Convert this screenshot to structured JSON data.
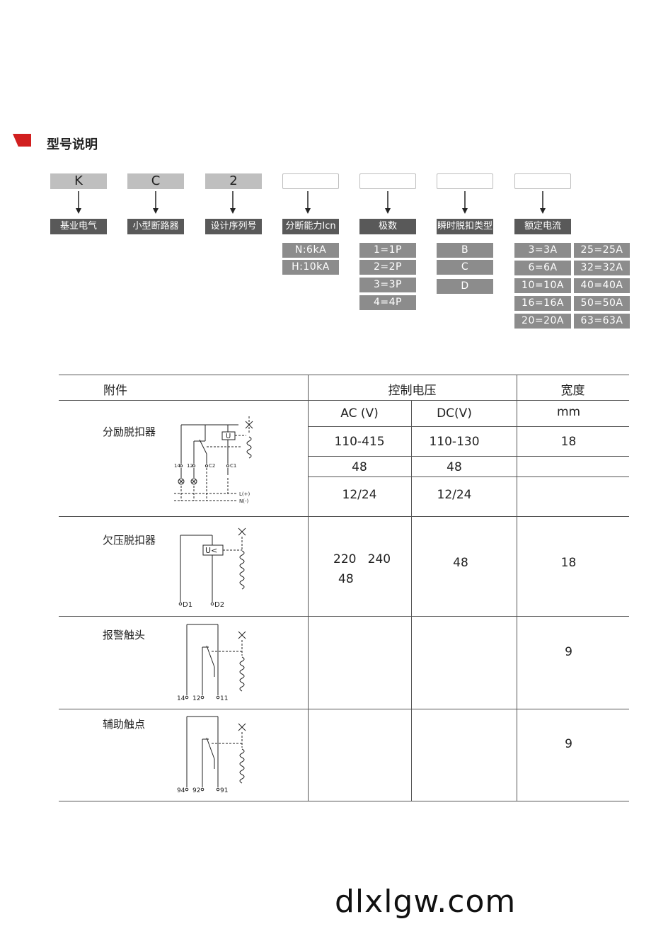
{
  "section": {
    "title": "型号说明"
  },
  "model_codes": [
    {
      "code": "K",
      "label": "基业电气"
    },
    {
      "code": "C",
      "label": "小型断路器"
    },
    {
      "code": "2",
      "label": "设计序列号"
    },
    {
      "code": "",
      "label": "分断能力Icn",
      "options": [
        "N:6kA",
        "H:10kA"
      ]
    },
    {
      "code": "",
      "label": "极数",
      "options": [
        "1=1P",
        "2=2P",
        "3=3P",
        "4=4P"
      ]
    },
    {
      "code": "",
      "label": "瞬时脱扣类型",
      "options": [
        "B",
        "C",
        "D"
      ]
    },
    {
      "code": "",
      "label": "额定电流",
      "options_col1": [
        "3=3A",
        "6=6A",
        "10=10A",
        "16=16A",
        "20=20A"
      ],
      "options_col2": [
        "25=25A",
        "32=32A",
        "40=40A",
        "50=50A",
        "63=63A"
      ]
    }
  ],
  "table": {
    "headers": {
      "accessory": "附件",
      "voltage": "控制电压",
      "width": "宽度"
    },
    "subheaders": {
      "ac": "AC (V)",
      "dc": "DC(V)",
      "unit": "mm"
    },
    "rows": [
      {
        "name": "分励脱扣器",
        "terminal_labels": [
          "14",
          "12",
          "C2",
          "C1",
          "L(+)",
          "N(-)"
        ],
        "coil_label": "U",
        "sub": [
          {
            "ac": "110-415",
            "dc": "110-130",
            "width": "18"
          },
          {
            "ac": "48",
            "dc": "48",
            "width": ""
          },
          {
            "ac": "12/24",
            "dc": "12/24",
            "width": ""
          }
        ]
      },
      {
        "name": "欠压脱扣器",
        "terminal_labels": [
          "D1",
          "D2"
        ],
        "coil_label": "U<",
        "ac_line1": "220   240",
        "ac_line2": "48",
        "dc": "48",
        "width": "18"
      },
      {
        "name": "报警触头",
        "terminal_labels": [
          "14",
          "12",
          "11"
        ],
        "width": "9"
      },
      {
        "name": "辅助触点",
        "terminal_labels": [
          "94",
          "92",
          "91"
        ],
        "width": "9"
      }
    ]
  },
  "watermark": "dlxlgw.com"
}
